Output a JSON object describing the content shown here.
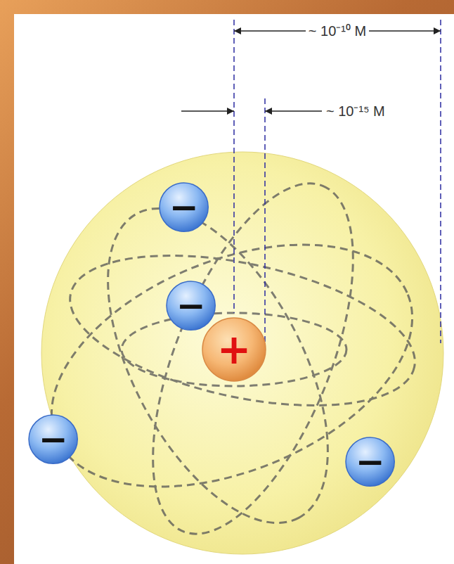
{
  "diagram": {
    "nodes": [
      {
        "text": [
          "−"
        ]
      },
      {
        "text": [
          "−"
        ]
      },
      {
        "text": [
          "+"
        ]
      },
      {
        "text": [
          "−"
        ]
      },
      {
        "text": [
          "−"
        ]
      }
    ],
    "labels": [
      "~ 10⁻¹⁰ M",
      "~ 10⁻¹⁵ M"
    ]
  }
}
